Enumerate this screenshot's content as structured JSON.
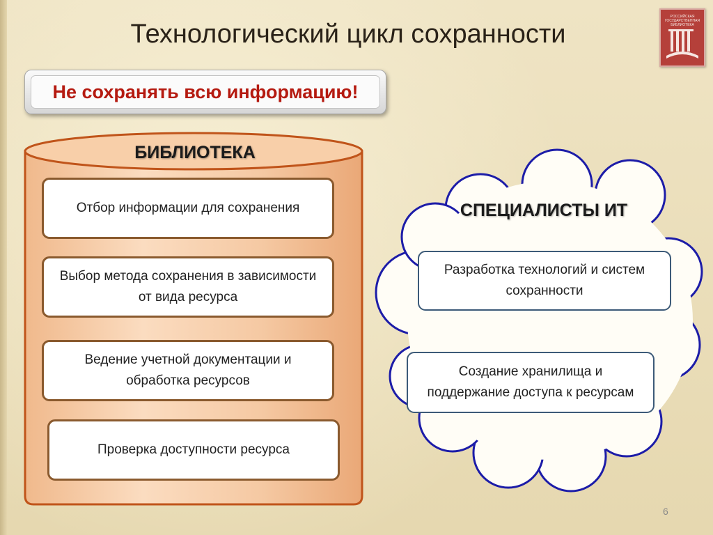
{
  "title": "Технологический цикл сохранности",
  "logo_text": "РОССИЙСКАЯ ГОСУДАРСТВЕННАЯ БИБЛИОТЕКА",
  "slogan": "Не сохранять всю информацию!",
  "library": {
    "title": "БИБЛИОТЕКА",
    "steps": [
      "Отбор информации для сохранения",
      "Выбор метода сохранения в зависимости от вида ресурса",
      "Ведение учетной документации и обработка ресурсов",
      "Проверка доступности ресурса"
    ]
  },
  "it": {
    "title": "СПЕЦИАЛИСТЫ ИТ",
    "tasks": [
      "Разработка технологий и систем сохранности",
      "Создание хранилища и поддержание доступа к ресурсам"
    ]
  },
  "page_number": "6",
  "colors": {
    "background": "#e9dcb6",
    "cylinder_fill": "#f5c9a3",
    "cylinder_border": "#c0541a",
    "cloud_border": "#1c1ca8",
    "slogan_text": "#b51a10",
    "logo": "#b5403a"
  }
}
